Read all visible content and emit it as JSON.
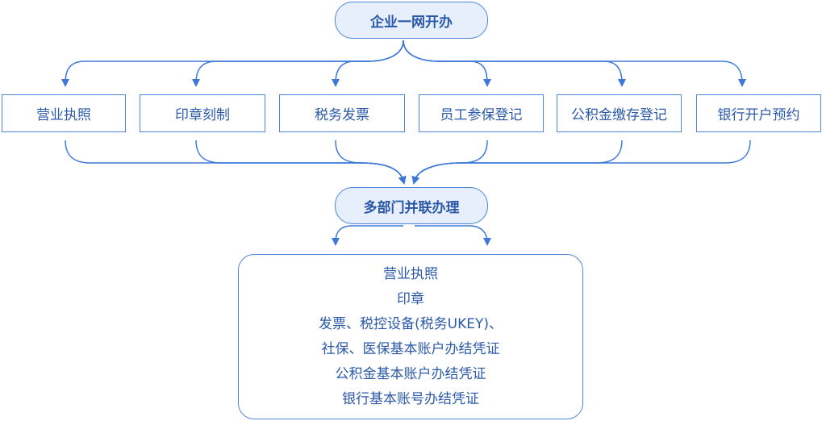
{
  "top_node": {
    "label": "企业一网开办"
  },
  "steps": [
    {
      "label": "营业执照"
    },
    {
      "label": "印章刻制"
    },
    {
      "label": "税务发票"
    },
    {
      "label": "员工参保登记"
    },
    {
      "label": "公积金缴存登记"
    },
    {
      "label": "银行开户预约"
    }
  ],
  "merge_node": {
    "label": "多部门并联办理"
  },
  "outcomes": [
    "营业执照",
    "印章",
    "发票、税控设备(税务UKEY)、",
    "社保、医保基本账户办结凭证",
    "公积金基本账户办结凭证",
    "银行基本账号办结凭证"
  ],
  "colors": {
    "line": "#3d78d8",
    "border": "#4f86d9",
    "pill_fill": "#e6effb",
    "text": "#2b59a8"
  }
}
